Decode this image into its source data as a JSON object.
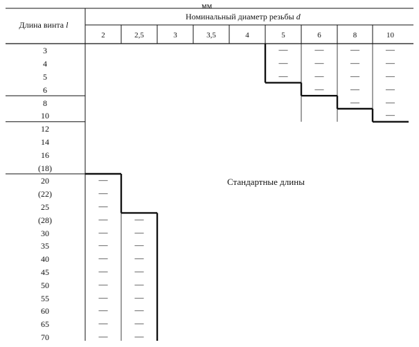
{
  "unit": "мм",
  "header": {
    "row_label": "Длина винта",
    "row_label_symbol": "l",
    "col_group_label": "Номинальный диаметр резьбы",
    "col_group_symbol": "d"
  },
  "diameters": [
    "2",
    "2,5",
    "3",
    "3,5",
    "4",
    "5",
    "6",
    "8",
    "10"
  ],
  "lengths": [
    "3",
    "4",
    "5",
    "6",
    "8",
    "10",
    "12",
    "14",
    "16",
    "(18)",
    "20",
    "(22)",
    "25",
    "(28)",
    "30",
    "35",
    "40",
    "45",
    "50",
    "55",
    "60",
    "65",
    "70"
  ],
  "center_label": "Стандартные длины",
  "dash": "—",
  "dash_cells": [
    {
      "row": 0,
      "cols": [
        5,
        6,
        7,
        8
      ]
    },
    {
      "row": 1,
      "cols": [
        5,
        6,
        7,
        8
      ]
    },
    {
      "row": 2,
      "cols": [
        5,
        6,
        7,
        8
      ]
    },
    {
      "row": 3,
      "cols": [
        6,
        7,
        8
      ]
    },
    {
      "row": 4,
      "cols": [
        7,
        8
      ]
    },
    {
      "row": 5,
      "cols": [
        8
      ]
    },
    {
      "row": 10,
      "cols": [
        0
      ]
    },
    {
      "row": 11,
      "cols": [
        0
      ]
    },
    {
      "row": 12,
      "cols": [
        0
      ]
    },
    {
      "row": 13,
      "cols": [
        0,
        1
      ]
    },
    {
      "row": 14,
      "cols": [
        0,
        1
      ]
    },
    {
      "row": 15,
      "cols": [
        0,
        1
      ]
    },
    {
      "row": 16,
      "cols": [
        0,
        1
      ]
    },
    {
      "row": 17,
      "cols": [
        0,
        1
      ]
    },
    {
      "row": 18,
      "cols": [
        0,
        1
      ]
    },
    {
      "row": 19,
      "cols": [
        0,
        1
      ]
    },
    {
      "row": 20,
      "cols": [
        0,
        1
      ]
    },
    {
      "row": 21,
      "cols": [
        0,
        1
      ]
    },
    {
      "row": 22,
      "cols": [
        0,
        1
      ]
    }
  ]
}
